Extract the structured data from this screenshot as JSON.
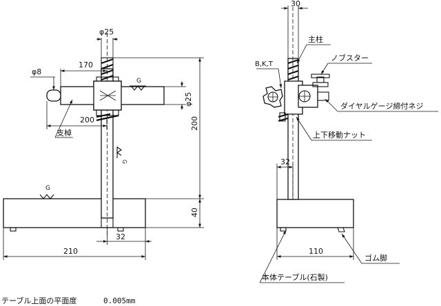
{
  "front_view": {
    "dims": {
      "post_diameter": "φ25",
      "arm_tip_diameter": "φ8",
      "arm_offset": "170",
      "arm_diameter": "φ25",
      "arm_reach": "200",
      "height": "200",
      "base_thickness": "40",
      "base_width": "210",
      "post_offset": "32"
    },
    "labels": {
      "arm": "支棹",
      "flatness_mark_arm": "G",
      "flatness_mark_base": "G"
    }
  },
  "side_view": {
    "dims": {
      "post_width": "30",
      "post_offset": "32",
      "base_width": "110"
    },
    "labels": {
      "bkt": "B,K,T",
      "post": "主柱",
      "knob_stud": "ノブスター",
      "dial_screw": "ダイヤルゲージ締付ネジ",
      "nut": "上下移動ナット",
      "rubber_foot": "ゴム脚",
      "table": "本体テーブル(石製)"
    }
  },
  "spec": {
    "label": "テーブル上面の平面度",
    "value": "0.005mm"
  }
}
